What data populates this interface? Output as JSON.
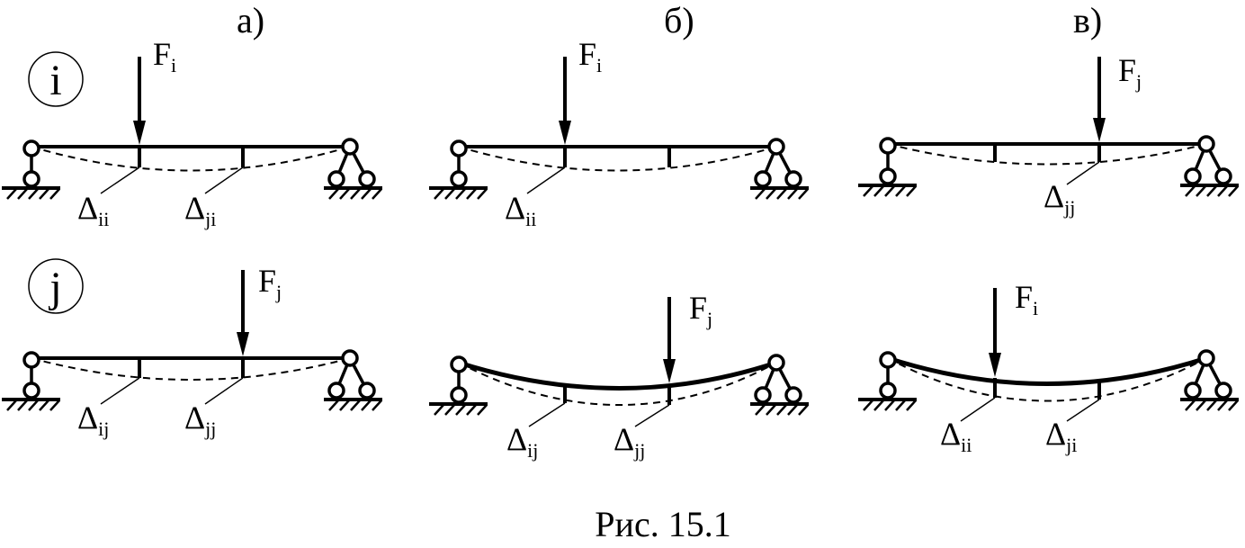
{
  "caption": "Рис. 15.1",
  "columns": [
    {
      "letter": "а)"
    },
    {
      "letter": "б)"
    },
    {
      "letter": "в)"
    }
  ],
  "rows": [
    {
      "state": "i"
    },
    {
      "state": "j"
    }
  ],
  "panels": [
    {
      "col": 0,
      "row": 0,
      "force": {
        "base": "F",
        "sub": "i"
      },
      "deltas": [
        {
          "base": "Δ",
          "sub": "ii"
        },
        {
          "base": "Δ",
          "sub": "ji"
        }
      ]
    },
    {
      "col": 1,
      "row": 0,
      "force": {
        "base": "F",
        "sub": "i"
      },
      "deltas": [
        {
          "base": "Δ",
          "sub": "ii"
        }
      ]
    },
    {
      "col": 2,
      "row": 0,
      "force": {
        "base": "F",
        "sub": "j"
      },
      "deltas": [
        {
          "base": "Δ",
          "sub": "jj"
        }
      ]
    },
    {
      "col": 0,
      "row": 1,
      "force": {
        "base": "F",
        "sub": "j"
      },
      "deltas": [
        {
          "base": "Δ",
          "sub": "ij"
        },
        {
          "base": "Δ",
          "sub": "jj"
        }
      ]
    },
    {
      "col": 1,
      "row": 1,
      "force": {
        "base": "F",
        "sub": "j"
      },
      "deltas": [
        {
          "base": "Δ",
          "sub": "ij"
        },
        {
          "base": "Δ",
          "sub": "jj"
        }
      ]
    },
    {
      "col": 2,
      "row": 1,
      "force": {
        "base": "F",
        "sub": "i"
      },
      "deltas": [
        {
          "base": "Δ",
          "sub": "ii"
        },
        {
          "base": "Δ",
          "sub": "ji"
        }
      ]
    }
  ]
}
